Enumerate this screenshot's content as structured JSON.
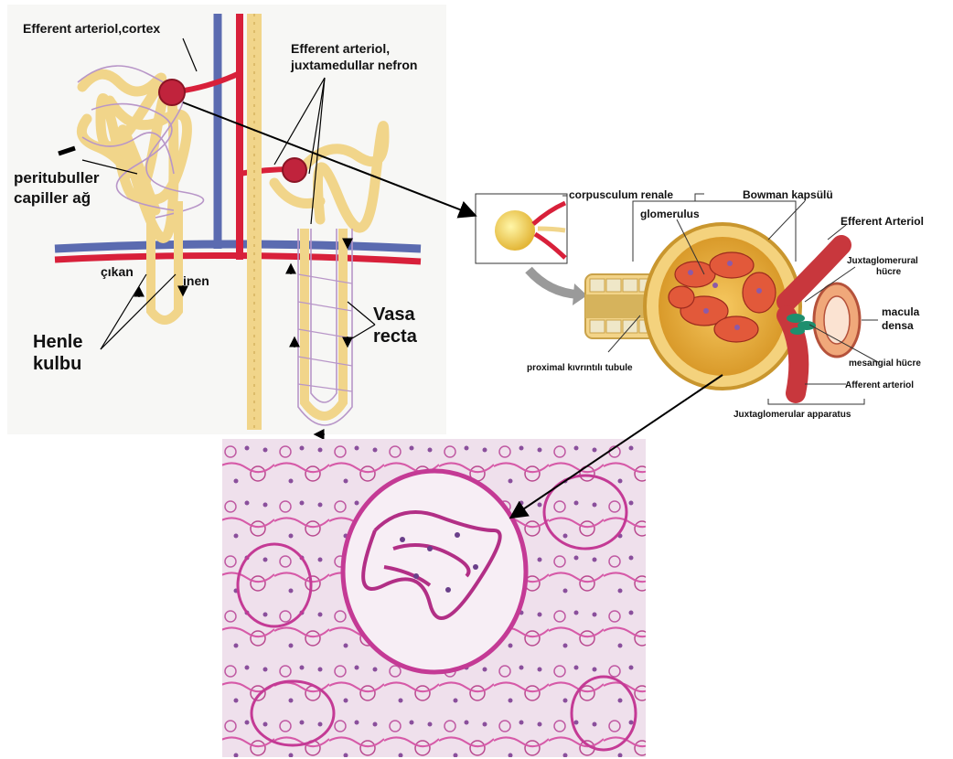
{
  "nephron_panel": {
    "labels": {
      "efferent_cortex": "Efferent arteriol,cortex",
      "efferent_juxta_line1": "Efferent arteriol,",
      "efferent_juxta_line2": "juxtamedullar nefron",
      "peritubuler_line1": "peritubuller",
      "peritubuler_line2": "capiller ağ",
      "cikan": "çıkan",
      "inen": "inen",
      "henle_line1": "Henle",
      "henle_line2": "kulbu",
      "vasa_line1": "Vasa",
      "vasa_line2": "recta"
    }
  },
  "corpuscle_panel": {
    "labels": {
      "corpusculum": "corpusculum renale",
      "bowman": "Bowman kapsülü",
      "glomerulus": "glomerulus",
      "efferent": "Efferent Arteriol",
      "juxta_cell_line1": "Juxtaglomerural",
      "juxta_cell_line2": "hücre",
      "macula_line1": "macula",
      "macula_line2": "densa",
      "mesangial": "mesangial hücre",
      "afferent": "Afferent arteriol",
      "proximal": "proximal kıvrıntılı tubule",
      "juxta_apparatus": "Juxtaglomerular apparatus"
    }
  },
  "colors": {
    "tubule": "#f1d58a",
    "tubule_stroke": "#c9a24a",
    "artery": "#d8203a",
    "vein": "#5b6bb0",
    "capillary": "#b896c8",
    "histology_bg": "#f3e4ef",
    "histology_pink": "#d0449a"
  }
}
